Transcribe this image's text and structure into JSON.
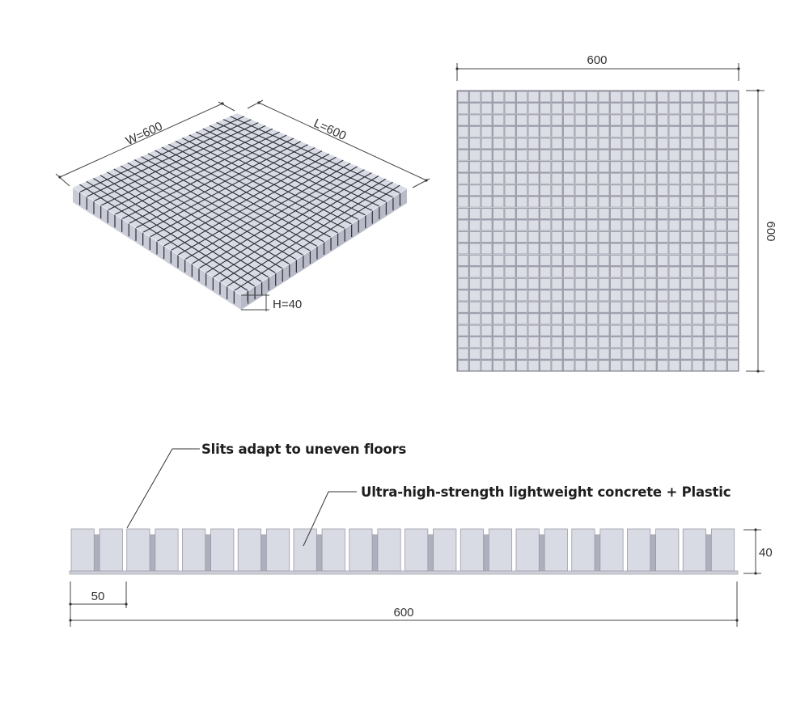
{
  "figure": {
    "isometric_view": {
      "width_label": "W=600",
      "length_label": "L=600",
      "height_label": "H=40",
      "grid_count": 24,
      "colors": {
        "top": "#d9dbe4",
        "front_left": "#c9cbd6",
        "front_right": "#b9bcc8",
        "groove": "#2a2c36"
      }
    },
    "top_view": {
      "width_label": "600",
      "height_label": "600",
      "grid_count": 24,
      "colors": {
        "tile": "#dcdee6",
        "tile_edge": "#a4a4b0",
        "slit": "#9c9cac",
        "pair_border": "#7e7e8a",
        "pair_gap": "#cfd0d8"
      }
    },
    "section_view": {
      "block_count": 24,
      "pitch_label": "50",
      "total_label": "600",
      "height_label": "40",
      "colors": {
        "block": "#d9dbe4",
        "block_edge": "#9a9aa6",
        "slit": "#aeaebd",
        "base": "#cfd1da"
      }
    },
    "callouts": [
      {
        "text": "Slits adapt to uneven floors"
      },
      {
        "text": "Ultra-high-strength lightweight concrete + Plastic"
      }
    ]
  }
}
